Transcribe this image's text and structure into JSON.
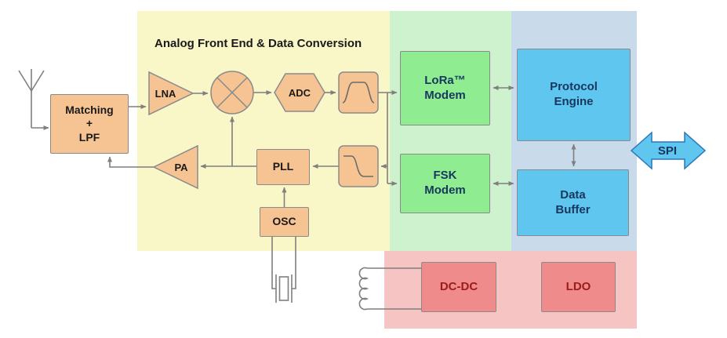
{
  "regions": {
    "afe": {
      "label": "Analog Front End & Data Conversion",
      "color": "#F9F7C8"
    },
    "modems": {
      "color": "#CEF2CE"
    },
    "digital": {
      "color": "#C9DBEA"
    },
    "power": {
      "color": "#F6C5C3"
    }
  },
  "blocks": {
    "matching": {
      "lines": [
        "Matching",
        "+",
        "LPF"
      ]
    },
    "lna": {
      "label": "LNA"
    },
    "adc": {
      "label": "ADC"
    },
    "pa": {
      "label": "PA"
    },
    "pll": {
      "label": "PLL"
    },
    "osc": {
      "label": "OSC"
    },
    "lora_modem": {
      "lines": [
        "LoRa™",
        "Modem"
      ]
    },
    "fsk_modem": {
      "lines": [
        "FSK",
        "Modem"
      ]
    },
    "protocol_engine": {
      "lines": [
        "Protocol",
        "Engine"
      ]
    },
    "data_buffer": {
      "lines": [
        "Data",
        "Buffer"
      ]
    },
    "dcdc": {
      "label": "DC-DC"
    },
    "ldo": {
      "label": "LDO"
    }
  },
  "spi": {
    "label": "SPI"
  },
  "icons": {
    "antenna": "antenna-icon",
    "mixer": "mixer-icon",
    "rx_filter": "bandpass-filter-icon",
    "tx_filter": "lowpass-filter-icon",
    "crystal": "crystal-icon",
    "inductor": "inductor-icon"
  },
  "colors": {
    "region_afe": "#F9F7C8",
    "region_modems": "#CEF2CE",
    "region_digital": "#C9DBEA",
    "region_power": "#F6C5C3",
    "block_analog": "#F6C493",
    "block_modem": "#90EC90",
    "block_digital": "#5FC6EF",
    "block_power": "#EF8B8B",
    "spi_arrow_fill": "#5FC6EF",
    "spi_arrow_border": "#2E75B6",
    "connector": "#7f7f7f"
  }
}
